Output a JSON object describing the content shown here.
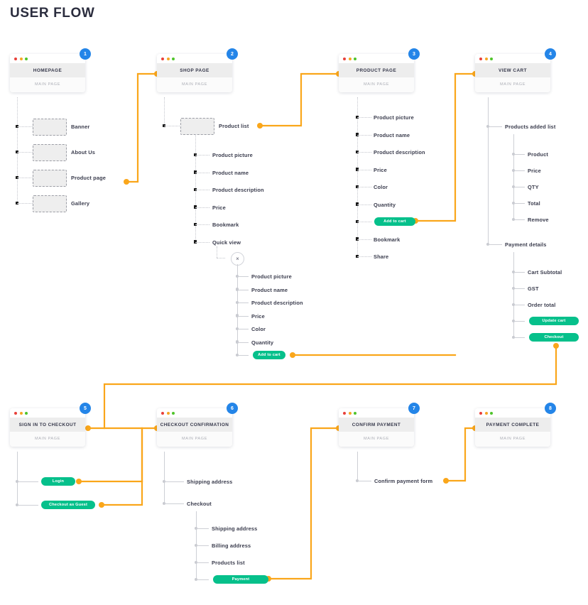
{
  "page_title": "USER FLOW",
  "colors": {
    "accent_orange": "#faa61a",
    "badge_blue": "#2485e8",
    "button_green": "#06c08b",
    "title_dark": "#2b2d3e",
    "card_header_bg": "#ededed"
  },
  "cards": [
    {
      "id": 1,
      "number": "1",
      "title": "HOMEPAGE",
      "subtitle": "MAIN PAGE"
    },
    {
      "id": 2,
      "number": "2",
      "title": "SHOP PAGE",
      "subtitle": "MAIN PAGE"
    },
    {
      "id": 3,
      "number": "3",
      "title": "PRODUCT PAGE",
      "subtitle": "MAIN PAGE"
    },
    {
      "id": 4,
      "number": "4",
      "title": "VIEW CART",
      "subtitle": "MAIN PAGE"
    },
    {
      "id": 5,
      "number": "5",
      "title": "SIGN IN TO CHECKOUT",
      "subtitle": "MAIN PAGE"
    },
    {
      "id": 6,
      "number": "6",
      "title": "CHECKOUT CONFIRMATION",
      "subtitle": "MAIN PAGE"
    },
    {
      "id": 7,
      "number": "7",
      "title": "CONFIRM PAYMENT",
      "subtitle": "MAIN PAGE"
    },
    {
      "id": 8,
      "number": "8",
      "title": "PAYMENT COMPLETE",
      "subtitle": "MAIN PAGE"
    }
  ],
  "homepage_items": [
    {
      "label": "Banner"
    },
    {
      "label": "About Us"
    },
    {
      "label": "Product page"
    },
    {
      "label": "Gallery"
    }
  ],
  "shop_page": {
    "root": "Product list",
    "children": [
      {
        "label": "Product picture"
      },
      {
        "label": "Product name"
      },
      {
        "label": "Product description"
      },
      {
        "label": "Price"
      },
      {
        "label": "Bookmark"
      },
      {
        "label": "Quick view"
      }
    ]
  },
  "quick_view_modal": {
    "close_icon": "×",
    "items": [
      {
        "label": "Product picture",
        "type": "text"
      },
      {
        "label": "Product name",
        "type": "text"
      },
      {
        "label": "Product description",
        "type": "text"
      },
      {
        "label": "Price",
        "type": "text"
      },
      {
        "label": "Color",
        "type": "text"
      },
      {
        "label": "Quantity",
        "type": "text"
      },
      {
        "label": "Add to cart",
        "type": "button"
      }
    ]
  },
  "product_page_items": [
    {
      "label": "Product picture",
      "type": "text"
    },
    {
      "label": "Product name",
      "type": "text"
    },
    {
      "label": "Product description",
      "type": "text"
    },
    {
      "label": "Price",
      "type": "text"
    },
    {
      "label": "Color",
      "type": "text"
    },
    {
      "label": "Quantity",
      "type": "text"
    },
    {
      "label": "Add to cart",
      "type": "button"
    },
    {
      "label": "Bookmark",
      "type": "text"
    },
    {
      "label": "Share",
      "type": "text"
    }
  ],
  "view_cart": {
    "groups": [
      {
        "label": "Products added list",
        "children": [
          {
            "label": "Product",
            "type": "text"
          },
          {
            "label": "Price",
            "type": "text"
          },
          {
            "label": "QTY",
            "type": "text"
          },
          {
            "label": "Total",
            "type": "text"
          },
          {
            "label": "Remove",
            "type": "text"
          }
        ]
      },
      {
        "label": "Payment details",
        "children": [
          {
            "label": "Cart Subtotal",
            "type": "text"
          },
          {
            "label": "GST",
            "type": "text"
          },
          {
            "label": "Order total",
            "type": "text"
          },
          {
            "label": "Update cart",
            "type": "button"
          },
          {
            "label": "Checkout",
            "type": "button"
          }
        ]
      }
    ]
  },
  "sign_in_items": [
    {
      "label": "Login",
      "type": "button"
    },
    {
      "label": "Checkout as Guest",
      "type": "button"
    }
  ],
  "checkout_confirmation": {
    "items": [
      {
        "label": "Shipping address",
        "type": "text"
      },
      {
        "label": "Checkout",
        "type": "text"
      }
    ],
    "checkout_children": [
      {
        "label": "Shipping address",
        "type": "text"
      },
      {
        "label": "Billing address",
        "type": "text"
      },
      {
        "label": "Products list",
        "type": "text"
      },
      {
        "label": "Payment",
        "type": "button"
      }
    ]
  },
  "confirm_payment_items": [
    {
      "label": "Confirm payment form",
      "type": "text"
    }
  ]
}
